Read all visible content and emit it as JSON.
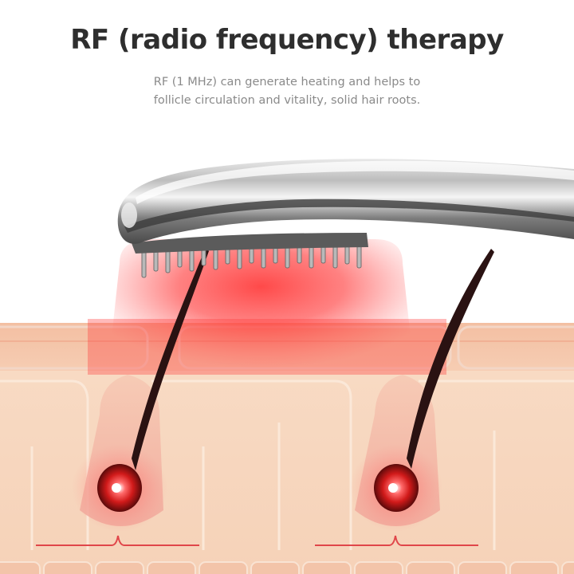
{
  "header": {
    "title": "RF (radio frequency) therapy",
    "description_line1": "RF (1 MHz) can generate heating and helps to",
    "description_line2": "follicle circulation and vitality, solid hair roots."
  },
  "colors": {
    "title": "#2e2e2e",
    "description": "#8a8a8a",
    "skin_epidermis": "#f4c5aa",
    "skin_dermis": "#f7dcc4",
    "hair": "#2a1212",
    "rf_glow": "#ff2a2a",
    "device_body": "#9a9a9a",
    "nerve_line": "#e0464a"
  }
}
